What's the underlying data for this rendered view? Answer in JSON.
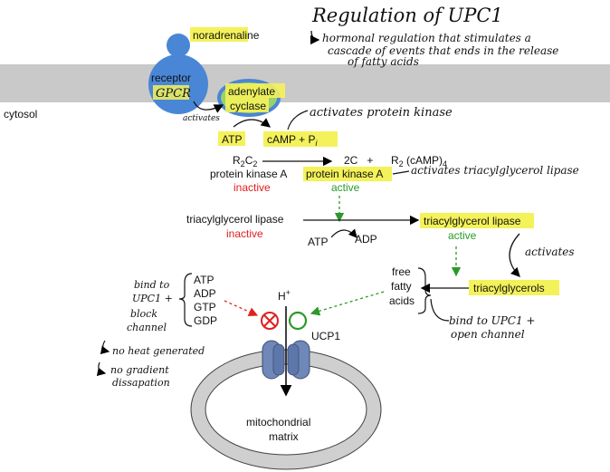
{
  "handwritten_title": "Regulation of UPC1",
  "handwritten_subtitle_lines": [
    "hormonal regulation that stimulates a",
    "cascade of events that ends in the release",
    "of fatty acids"
  ],
  "labels": {
    "noradrenaline": "noradrenaline",
    "receptor": "receptor",
    "gpcr": "GPCR",
    "adenylate_line1": "adenylate",
    "adenylate_line2": "cyclase",
    "cytosol": "cytosol",
    "atp": "ATP",
    "camp_pi": "cAMP + P",
    "camp_pi_sub": "i",
    "r2c2_main": "R",
    "r2c2_sub1": "2",
    "r2c2_c": "C",
    "r2c2_sub2": "2",
    "pk_a_left": "protein kinase A",
    "inactive_1": "inactive",
    "two_c_plus": "2C   +",
    "r2camp": "R",
    "r2camp_sub": "2",
    "r2camp_rest": " (cAMP)",
    "r2camp_sub4": "4",
    "pk_a_right": "protein kinase A",
    "active_1": "active",
    "tag_lipase_left": "triacylglycerol lipase",
    "inactive_2": "inactive",
    "atp_small": "ATP",
    "adp_small": "ADP",
    "tag_lipase_right": "triacylglycerol lipase",
    "active_2": "active",
    "free": "free",
    "fatty": "fatty",
    "acids": "acids",
    "triacylglycerols": "triacylglycerols",
    "nuc_atp": "ATP",
    "nuc_adp": "ADP",
    "nuc_gtp": "GTP",
    "nuc_gdp": "GDP",
    "h_plus": "H",
    "h_plus_sup": "+",
    "ucp1": "UCP1",
    "matrix_line1": "mitochondrial",
    "matrix_line2": "matrix"
  },
  "handwritten_notes": {
    "activates_small": "activates",
    "activates_pk": "activates protein kinase",
    "activates_tag": "activates triacylglycerol lipase",
    "activates_right": "activates",
    "bind_block": [
      "bind to",
      "UPC1 +",
      "block",
      "channel"
    ],
    "no_heat": "no heat generated",
    "no_gradient": [
      "no gradient",
      "dissapation"
    ],
    "bind_open": [
      "bind to UPC1 +",
      "open channel"
    ]
  },
  "colors": {
    "highlight": "#f4f25a",
    "membrane": "#c9c9c9",
    "receptor_blue": "#4a86d6",
    "cyclase_green": "#9bd06a",
    "inactive_red": "#e02020",
    "active_green": "#2a9a2a",
    "channel_blue": "#6f88b8",
    "mito_ring": "#cfcfcf"
  }
}
